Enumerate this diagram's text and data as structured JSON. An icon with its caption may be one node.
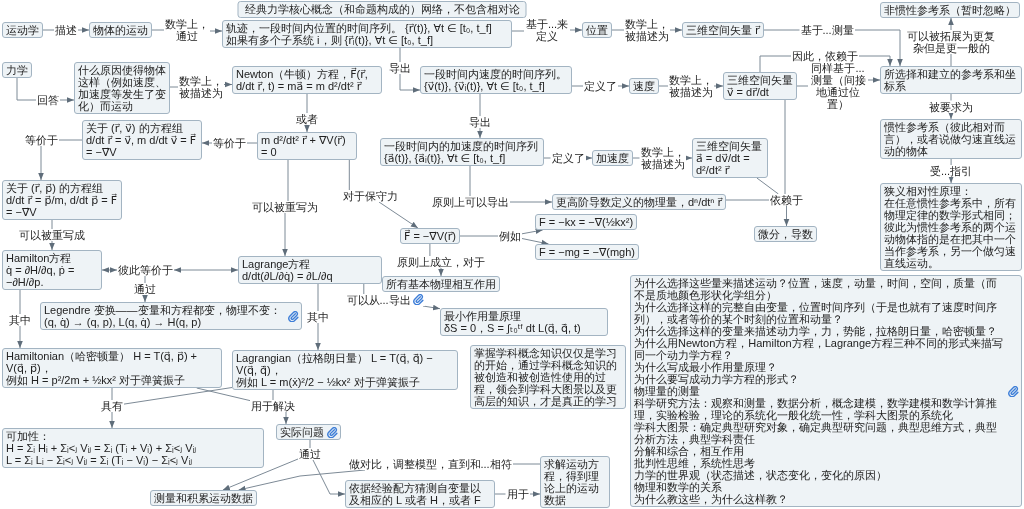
{
  "diagram": {
    "title": "经典力学核心概念（和命题构成的）网络，不包含相对论",
    "nodes": [
      {
        "text": [
          "运动学"
        ]
      },
      {
        "text": [
          "物体的运动"
        ]
      },
      {
        "text": [
          "轨迹，一段时间内位置的时间序列。 {r⃗(t)}, ∀t ∈ [t₀, t_f]",
          "如果有多个子系统 i，则 {r⃗ᵢ(t)}, ∀t ∈ [t₀, t_f]"
        ]
      },
      {
        "text": [
          "位置"
        ]
      },
      {
        "text": [
          "三维空间矢量 r⃗"
        ]
      },
      {
        "text": [
          "一段时间内速度的时间序列。",
          "{v⃗(t)}, {v⃗ᵢ(t)}, ∀t ∈ [t₀, t_f]"
        ]
      },
      {
        "text": [
          "速度"
        ]
      },
      {
        "text": [
          "三维空间矢量 v⃗ = dr⃗/dt"
        ]
      },
      {
        "text": [
          "力学"
        ]
      },
      {
        "text": [
          "什么原因使得物体这样（例如速度、加速度等发生了变化）而运动"
        ]
      },
      {
        "text": [
          "Newton（牛顿）方程，F⃗(r⃗, d/dt r⃗, t) = ma⃗ = m d²/dt² r⃗"
        ]
      },
      {
        "text": [
          "所选择和建立的参考系和坐标系"
        ]
      },
      {
        "text": [
          "一段时间内的加速度的时间序列",
          "{a⃗(t)}, {a⃗ᵢ(t)}, ∀t ∈ [t₀, t_f]"
        ]
      },
      {
        "text": [
          "加速度"
        ]
      },
      {
        "text": [
          "三维空间矢量 a⃗ = dv⃗/dt = d²/dt² r⃗"
        ]
      },
      {
        "text": [
          "m d²/dt² r⃗ + ∇V(r⃗) = 0"
        ]
      },
      {
        "text": [
          "关于 (r⃗, v⃗) 的方程组",
          "d/dt r⃗ = v⃗, m d/dt v⃗ = F⃗ = −∇⃗V"
        ]
      },
      {
        "text": [
          "关于 (r⃗, p⃗) 的方程组",
          "d/dt r⃗ = p⃗/m, d/dt p⃗ = F⃗ = −∇⃗V"
        ]
      },
      {
        "text": [
          "更高阶导数定义的物理量，dⁿ/dtⁿ r⃗"
        ]
      },
      {
        "text": [
          "依赖于"
        ]
      },
      {
        "text": [
          "惯性参考系（彼此相对而言），或者说做匀速直线运动的物体"
        ]
      },
      {
        "text": [
          "F = −kx = −∇(½kx²)"
        ]
      },
      {
        "text": [
          "微分，导数"
        ]
      },
      {
        "text": [
          "F⃗ = −∇⃗V(r⃗)"
        ]
      },
      {
        "text": [
          "例如"
        ]
      },
      {
        "text": [
          "F = −mg = −∇(mgh)"
        ]
      },
      {
        "text": [
          "Hamilton方程",
          "q̇ = ∂H/∂q, ṗ = −∂H/∂p."
        ]
      },
      {
        "text": [
          "彼此等价于"
        ]
      },
      {
        "text": [
          "Lagrange方程",
          "d/dt(∂L/∂q̇) = ∂L/∂q"
        ]
      },
      {
        "text": [
          "非惯性参考系（暂时忽略）"
        ]
      },
      {
        "text": [
          "狭义相对性原理：",
          "在任意惯性参考系中，所有物理定律的数学形式相同；彼此为惯性参考系的两个运动物体指的是在把其中一个当作参考系，另一个做匀速直线运动。"
        ]
      },
      {
        "text": [
          "所有基本物理相互作用"
        ]
      },
      {
        "text": [
          "Legendre 变换——变量和方程都变，物理不变：",
          "(q, q̇) → (q, p), L(q, q̇) → H(q, p)"
        ]
      },
      {
        "text": [
          "为什么选择这些量来描述运动？位置，速度，动量，时间，空间，质量（而不是质地颜色形状化学组分）",
          "为什么选择这样的完整自由变量，位置时间序列（于是也就有了速度时间序列），或者等价的某个时刻的位置和动量？",
          "为什么选择这样的变量来描述动力学，力，势能，拉格朗日量，哈密顿量？",
          "为什么用Newton方程，Hamilton方程，Lagrange方程三种不同的形式来描写同一个动力学方程？",
          "为什么写成最小作用量原理？",
          "为什么要写成动力学方程的形式？",
          "物理量的测量",
          "科学研究方法：观察和测量，数据分析，概念建模，数学建模和数学计算推理，实验检验，理论的系统化一般化统一性，学科大图景的系统化",
          "学科大图景：确定典型研究对象，确定典型研究问题，典型思维方式，典型分析方法，典型学科责任",
          "分解和综合，相互作用",
          "批判性思维，系统性思考",
          "力学的世界观（状态描述，状态变化，变化的原因）",
          "物理和数学的关系",
          "为什么教这些，为什么这样教？"
        ]
      },
      {
        "text": [
          "Hamiltonian（哈密顿量） H = T(q⃗, p⃗) + V(q⃗, p⃗)，",
          "例如 H = p²/2m + ½kx² 对于弹簧振子"
        ]
      },
      {
        "text": [
          "Lagrangian（拉格朗日量） L = T(q⃗, q̇⃗) − V(q⃗, q̇⃗)，",
          "例如 L = m(ẋ)²/2 − ½kx² 对于弹簧振子"
        ]
      },
      {
        "text": [
          "具有"
        ]
      },
      {
        "text": [
          "用于解决"
        ]
      },
      {
        "text": [
          "最小作用量原理",
          "δS = 0，S = ∫ₜ₀ᵗᶠ dt L(q⃗, q̇⃗, t)"
        ]
      },
      {
        "text": [
          "实际问题"
        ]
      },
      {
        "text": [
          "可加性：",
          "H = Σᵢ Hᵢ + Σᵢ<ⱼ Vᵢⱼ = Σᵢ (Tᵢ + Vᵢ) + Σᵢ<ⱼ Vᵢⱼ",
          "L = Σᵢ Lᵢ − Σᵢ<ⱼ Vᵢⱼ = Σᵢ (Tᵢ − Vᵢ) − Σᵢ<ⱼ Vᵢⱼ"
        ]
      },
      {
        "text": [
          "通过"
        ]
      },
      {
        "text": [
          "测量和积累运动数据"
        ]
      },
      {
        "text": [
          "依据经验配方猜测自变量以及相应的 L 或者 H，或者 F"
        ]
      },
      {
        "text": [
          "求解运动方程，得到理论上的运动数据"
        ]
      },
      {
        "text": [
          "掌握学科概念知识仅仅是学习的开始，通过学科概念知识的被创造和被创造性使用的过程，领会到学科大图景以及更高层的知识，才是真正的学习"
        ]
      },
      {
        "text": [
          "描述"
        ]
      },
      {
        "text": [
          "基于...测量"
        ]
      },
      {
        "text": [
          "导出"
        ]
      },
      {
        "text": [
          "定义了"
        ]
      },
      {
        "text": [
          "回答"
        ]
      },
      {
        "text": [
          "导出"
        ]
      },
      {
        "text": [
          "数学上，通过"
        ]
      },
      {
        "text": [
          "基于...来定义"
        ]
      },
      {
        "text": [
          "数学上，被描述为"
        ]
      },
      {
        "text": [
          "数学上，被描述为"
        ]
      },
      {
        "text": [
          "同样基于...测量（间接地通过位置）"
        ]
      },
      {
        "text": [
          "因此，依赖于"
        ]
      },
      {
        "text": [
          "数学上，被描述为"
        ]
      },
      {
        "text": [
          "定义了"
        ]
      },
      {
        "text": [
          "数学上，被描述为"
        ]
      },
      {
        "text": [
          "原则上可以导出"
        ]
      },
      {
        "text": [
          "被要求为"
        ]
      },
      {
        "text": [
          "可以被拓展为更复杂但是更一般的"
        ]
      },
      {
        "text": [
          "受...指引"
        ]
      },
      {
        "text": [
          "或者"
        ]
      },
      {
        "text": [
          "等价于"
        ]
      },
      {
        "text": [
          "等价于"
        ]
      },
      {
        "text": [
          "可以被重写成"
        ]
      },
      {
        "text": [
          "可以被重写为"
        ]
      },
      {
        "text": [
          "对于保守力"
        ]
      },
      {
        "text": [
          "原则上成立，对于"
        ]
      },
      {
        "text": [
          "通过"
        ]
      },
      {
        "text": [
          "其中"
        ]
      },
      {
        "text": [
          "其中"
        ]
      },
      {
        "text": [
          "可以从...导出"
        ]
      },
      {
        "text": [
          "用于"
        ]
      },
      {
        "text": [
          "做对比，调整模型，直到和...相符"
        ]
      }
    ],
    "edges": [
      {
        "from": 0,
        "to": 46,
        "arrow": "none"
      },
      {
        "from": 1,
        "to": 52,
        "arrow": "none"
      },
      {
        "from": 2,
        "to": 53,
        "arrow": "none"
      },
      {
        "from": 3,
        "to": 54,
        "arrow": "none"
      },
      {
        "from": 4,
        "to": 47,
        "arrow": "none"
      },
      {
        "from": 2,
        "to": 48,
        "arrow": "none"
      },
      {
        "from": 5,
        "to": 49,
        "arrow": "none"
      },
      {
        "from": 6,
        "to": 55,
        "arrow": "none"
      },
      {
        "from": 7,
        "to": 56,
        "arrow": "none"
      },
      {
        "from": 7,
        "to": 57,
        "arrow": "none"
      },
      {
        "from": 8,
        "to": 50,
        "arrow": "none"
      },
      {
        "from": 9,
        "to": 58,
        "arrow": "none"
      },
      {
        "from": 5,
        "to": 51,
        "arrow": "none"
      },
      {
        "from": 12,
        "to": 59,
        "arrow": "none"
      },
      {
        "from": 13,
        "to": 60,
        "arrow": "none"
      },
      {
        "from": 12,
        "to": 61,
        "arrow": "none"
      },
      {
        "from": 7,
        "to": 19,
        "arrow": "none"
      },
      {
        "from": 14,
        "to": 19,
        "arrow": "none"
      },
      {
        "from": 18,
        "to": 19,
        "arrow": "none"
      },
      {
        "from": 19,
        "to": 22,
        "arrow": "to"
      },
      {
        "from": 11,
        "to": 62,
        "arrow": "none"
      },
      {
        "from": 11,
        "to": 63,
        "arrow": "none"
      },
      {
        "from": 20,
        "to": 64,
        "arrow": "none"
      },
      {
        "from": 10,
        "to": 65,
        "arrow": "none"
      },
      {
        "from": 15,
        "to": 66,
        "arrow": "none"
      },
      {
        "from": 16,
        "to": 67,
        "arrow": "none"
      },
      {
        "from": 17,
        "to": 68,
        "arrow": "none"
      },
      {
        "from": 15,
        "to": 69,
        "arrow": "none"
      },
      {
        "from": 15,
        "to": 70,
        "arrow": "none"
      },
      {
        "from": 23,
        "to": 24,
        "arrow": "none"
      },
      {
        "from": 24,
        "to": 21,
        "arrow": "to"
      },
      {
        "from": 24,
        "to": 25,
        "arrow": "to"
      },
      {
        "from": 23,
        "to": 71,
        "arrow": "none"
      },
      {
        "from": 27,
        "to": 26,
        "arrow": "both"
      },
      {
        "from": 27,
        "to": 28,
        "arrow": "both"
      },
      {
        "from": 27,
        "to": 72,
        "arrow": "none"
      },
      {
        "from": 26,
        "to": 73,
        "arrow": "none"
      },
      {
        "from": 28,
        "to": 74,
        "arrow": "none"
      },
      {
        "from": 28,
        "to": 75,
        "arrow": "none"
      },
      {
        "from": 34,
        "to": 36,
        "arrow": "none"
      },
      {
        "from": 35,
        "to": 36,
        "arrow": "none"
      },
      {
        "from": 36,
        "to": 40,
        "arrow": "to"
      },
      {
        "from": 34,
        "to": 37,
        "arrow": "none"
      },
      {
        "from": 35,
        "to": 37,
        "arrow": "none"
      },
      {
        "from": 37,
        "to": 39,
        "arrow": "to"
      },
      {
        "from": 39,
        "to": 41,
        "arrow": "none"
      },
      {
        "from": 41,
        "to": 42,
        "arrow": "to"
      },
      {
        "from": 41,
        "to": 43,
        "arrow": "to"
      },
      {
        "from": 43,
        "to": 76,
        "arrow": "none"
      },
      {
        "from": 44,
        "to": 77,
        "arrow": "none"
      },
      {
        "from": 46,
        "to": 1,
        "arrow": "to"
      },
      {
        "from": 47,
        "to": 11,
        "arrow": "to"
      },
      {
        "from": 48,
        "to": 5,
        "arrow": "to"
      },
      {
        "from": 49,
        "to": 6,
        "arrow": "to"
      },
      {
        "from": 50,
        "to": 9,
        "arrow": "to"
      },
      {
        "from": 51,
        "to": 12,
        "arrow": "to"
      },
      {
        "from": 52,
        "to": 2,
        "arrow": "to"
      },
      {
        "from": 53,
        "to": 3,
        "arrow": "to"
      },
      {
        "from": 54,
        "to": 4,
        "arrow": "to"
      },
      {
        "from": 55,
        "to": 7,
        "arrow": "to"
      },
      {
        "from": 56,
        "to": 11,
        "arrow": "to"
      },
      {
        "from": 57,
        "to": 11,
        "arrow": "to"
      },
      {
        "from": 58,
        "to": 10,
        "arrow": "to"
      },
      {
        "from": 59,
        "to": 13,
        "arrow": "to"
      },
      {
        "from": 60,
        "to": 14,
        "arrow": "to"
      },
      {
        "from": 61,
        "to": 18,
        "arrow": "to"
      },
      {
        "from": 62,
        "to": 20,
        "arrow": "to"
      },
      {
        "from": 63,
        "to": 29,
        "arrow": "to"
      },
      {
        "from": 64,
        "to": 30,
        "arrow": "to"
      },
      {
        "from": 65,
        "to": 15,
        "arrow": "to"
      },
      {
        "from": 66,
        "to": 16,
        "arrow": "to"
      },
      {
        "from": 67,
        "to": 17,
        "arrow": "to"
      },
      {
        "from": 68,
        "to": 26,
        "arrow": "to"
      },
      {
        "from": 69,
        "to": 28,
        "arrow": "to"
      },
      {
        "from": 70,
        "to": 23,
        "arrow": "to"
      },
      {
        "from": 71,
        "to": 31,
        "arrow": "to"
      },
      {
        "from": 72,
        "to": 32,
        "arrow": "to"
      },
      {
        "from": 73,
        "to": 34,
        "arrow": "to"
      },
      {
        "from": 74,
        "to": 35,
        "arrow": "to"
      },
      {
        "from": 75,
        "to": 38,
        "arrow": "to"
      },
      {
        "from": 76,
        "to": 44,
        "arrow": "to"
      },
      {
        "from": 77,
        "to": 42,
        "arrow": "to"
      }
    ]
  }
}
